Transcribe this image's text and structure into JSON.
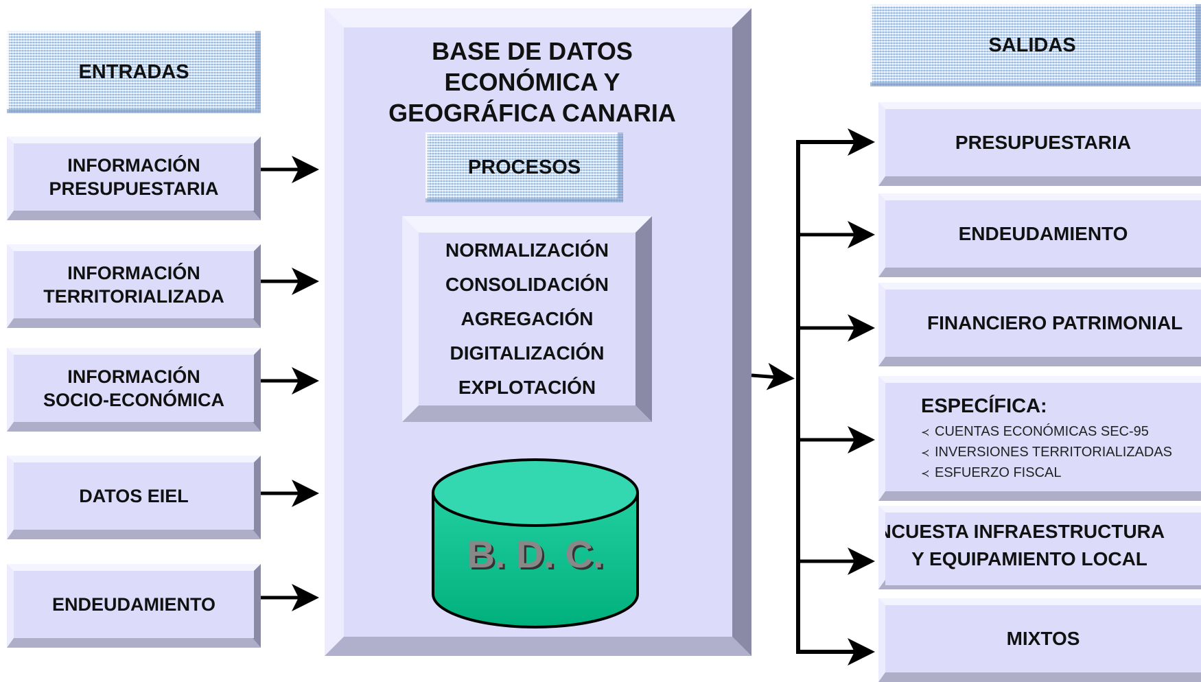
{
  "inputs": {
    "header": "ENTRADAS",
    "items": [
      {
        "line1": "INFORMACIÓN",
        "line2": "PRESUPUESTARIA"
      },
      {
        "line1": "INFORMACIÓN",
        "line2": "TERRITORIALIZADA"
      },
      {
        "line1": "INFORMACIÓN",
        "line2": "SOCIO-ECONÓMICA"
      },
      {
        "line1": "DATOS EIEL",
        "line2": ""
      },
      {
        "line1": "ENDEUDAMIENTO",
        "line2": ""
      }
    ]
  },
  "center": {
    "title_lines": [
      "BASE DE DATOS",
      "ECONÓMICA Y",
      "GEOGRÁFICA CANARIA"
    ],
    "process_header": "PROCESOS",
    "processes": [
      "NORMALIZACIÓN",
      "CONSOLIDACIÓN",
      "AGREGACIÓN",
      "DIGITALIZACIÓN",
      "EXPLOTACIÓN"
    ],
    "database_label": "B. D. C.",
    "database_color": "#10c08e"
  },
  "outputs": {
    "header": "SALIDAS",
    "items": [
      {
        "line1": "PRESUPUESTARIA",
        "line2": ""
      },
      {
        "line1": "ENDEUDAMIENTO",
        "line2": ""
      },
      {
        "line1": "FINANCIERO PATRIMONIAL",
        "line2": ""
      },
      {
        "line1": "ENCUESTA INFRAESTRUCTURA",
        "line2": "Y EQUIPAMIENTO LOCAL"
      },
      {
        "line1": "MIXTOS",
        "line2": ""
      }
    ],
    "specific": {
      "title": "ESPECÍFICA:",
      "items": [
        "CUENTAS ECONÓMICAS SEC-95",
        "INVERSIONES TERRITORIALIZADAS",
        "ESFUERZO FISCAL"
      ]
    }
  },
  "colors": {
    "box_face": "#dcdcfa",
    "box_dark": "#8a8aa6",
    "box_light": "#f4f4ff",
    "header_pattern": "#c3dcf4"
  }
}
